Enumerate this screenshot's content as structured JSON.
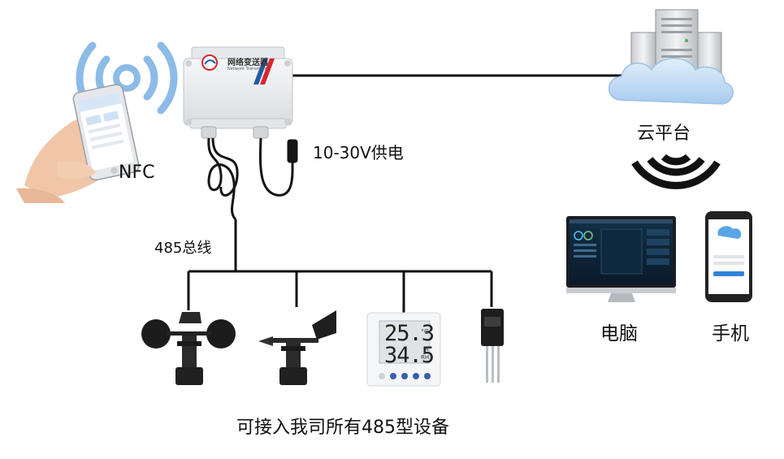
{
  "labels": {
    "nfc": "NFC",
    "power": "10-30V供电",
    "bus": "485总线",
    "cloud": "云平台",
    "computer": "电脑",
    "phone": "手机",
    "caption": "可接入我司所有485型设备"
  },
  "gateway": {
    "title": "网络变送器",
    "subtitle": "Network Transmitter"
  },
  "th_display": {
    "temperature": "25.3",
    "temperature_unit": "°C",
    "humidity": "34.5",
    "humidity_unit_top": "%",
    "humidity_unit_bottom": "RH"
  },
  "icons": [
    "nfc-wave-icon",
    "smartphone-icon",
    "gateway-device-icon",
    "server-icon",
    "cloud-icon",
    "wifi-signal-icon",
    "monitor-icon",
    "anemometer-icon",
    "wind-vane-icon",
    "th-sensor-icon",
    "soil-probe-icon"
  ],
  "colors": {
    "nfc_wave": "#7fb3e6",
    "line": "#111111",
    "cloud": "#b9d7f3",
    "gateway_body": "#e9ecee",
    "logo_red": "#d8262c",
    "logo_blue": "#1f5aa6"
  }
}
